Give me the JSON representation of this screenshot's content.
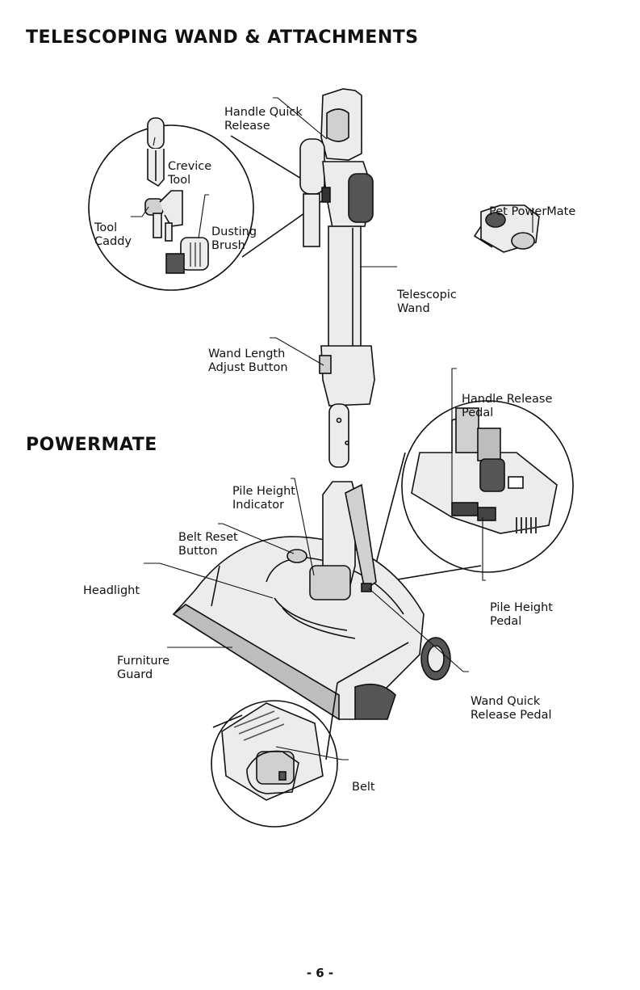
{
  "headings": {
    "telescoping": "TELESCOPING WAND & ATTACHMENTS",
    "powermate": "POWERMATE"
  },
  "labels": {
    "handle_quick_release": [
      "Handle Quick",
      "Release"
    ],
    "crevice_tool": [
      "Crevice",
      "Tool"
    ],
    "tool_caddy": [
      "Tool",
      "Caddy"
    ],
    "dusting_brush": [
      "Dusting",
      "Brush"
    ],
    "pet_powermate": [
      "Pet PowerMate"
    ],
    "telescopic_wand": [
      "Telescopic",
      "Wand"
    ],
    "wand_length_adjust_button": [
      "Wand Length",
      "Adjust Button"
    ],
    "handle_release_pedal": [
      "Handle Release",
      "Pedal"
    ],
    "pile_height_indicator": [
      "Pile Height",
      "Indicator"
    ],
    "belt_reset_button": [
      "Belt Reset",
      "Button"
    ],
    "headlight": [
      "Headlight"
    ],
    "pile_height_pedal": [
      "Pile Height",
      "Pedal"
    ],
    "furniture_guard": [
      "Furniture",
      "Guard"
    ],
    "wand_quick_release_pedal": [
      "Wand Quick",
      "Release Pedal"
    ],
    "belt": [
      "Belt"
    ]
  },
  "page_number": "- 6 -",
  "colors": {
    "ink": "#111111",
    "fill_light": "#ececec",
    "fill_mid": "#bdbdbd",
    "fill_dark": "#555555"
  }
}
